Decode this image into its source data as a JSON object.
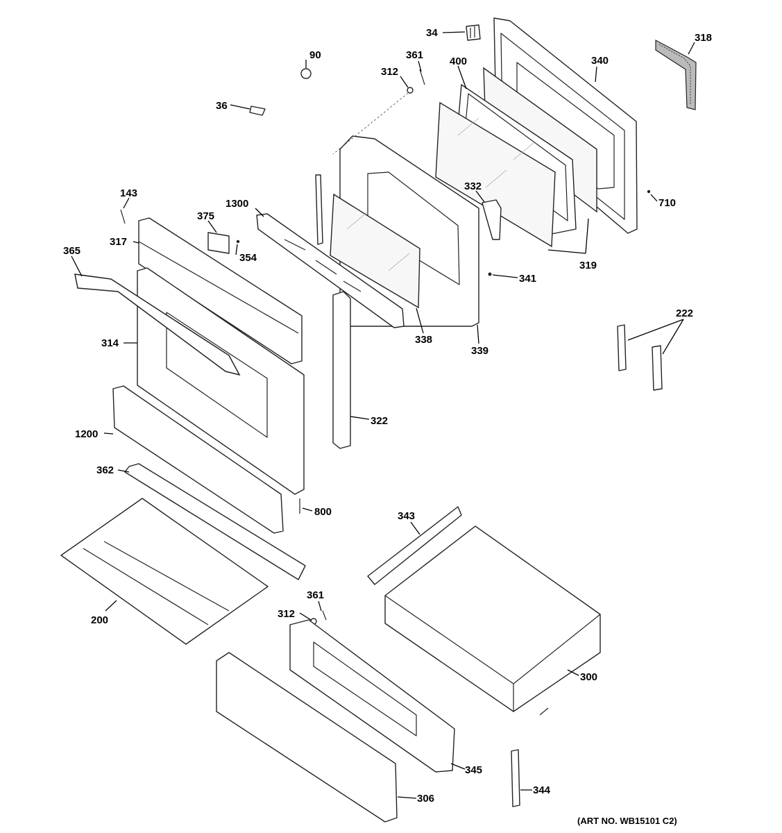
{
  "diagram": {
    "art_number": "(ART NO. WB15101 C2)",
    "callouts": {
      "c34": "34",
      "c90": "90",
      "c361a": "361",
      "c312a": "312",
      "c400": "400",
      "c340": "340",
      "c318": "318",
      "c36": "36",
      "c332": "332",
      "c710": "710",
      "c143": "143",
      "c375": "375",
      "c1300": "1300",
      "c317": "317",
      "c354": "354",
      "c365": "365",
      "c319": "319",
      "c341": "341",
      "c222": "222",
      "c314": "314",
      "c338": "338",
      "c339": "339",
      "c322": "322",
      "c1200": "1200",
      "c362": "362",
      "c800": "800",
      "c343": "343",
      "c200": "200",
      "c361b": "361",
      "c312b": "312",
      "c300": "300",
      "c345": "345",
      "c344": "344",
      "c306": "306"
    }
  }
}
